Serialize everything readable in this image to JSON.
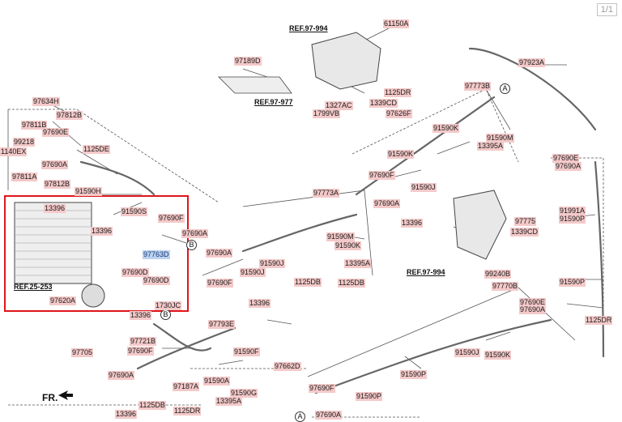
{
  "page_indicator": "1/1",
  "direction_label": "FR.",
  "section_markers": {
    "a1": "A",
    "a2": "A",
    "b1": "B",
    "b2": "B"
  },
  "colors": {
    "label_bg": "#f4c9c9",
    "highlight_bg": "#bcd2ee",
    "highlight_box": "#e0151b",
    "line": "#555555"
  },
  "labels": {
    "l61150A": "61150A",
    "ref97994a": "REF.97-994",
    "l97189D": "97189D",
    "ref97977": "REF.97-977",
    "l1125DR_a": "1125DR",
    "l1327AC": "1327AC",
    "l1339CD_a": "1339CD",
    "l1799VB": "1799VB",
    "l97626F": "97626F",
    "l97923A": "97923A",
    "l97773B": "97773B",
    "l91590K_a": "91590K",
    "l91590M_a": "91590M",
    "l13395A_a": "13395A",
    "l91590K_b": "91590K",
    "l97690F_a": "97690F",
    "l91590J_a": "91590J",
    "l97690A_a": "97690A",
    "l13396_a": "13396",
    "l97690E_a": "97690E",
    "l97690A_b": "97690A",
    "l91991A": "91991A",
    "l91590P_a": "91590P",
    "l97775": "97775",
    "l1339CD_b": "1339CD",
    "ref97994b": "REF.97-994",
    "l99240B": "99240B",
    "l91590P_b": "91590P",
    "l97770B": "97770B",
    "l97690E_b": "97690E",
    "l97690A_c": "97690A",
    "l1125DR_b": "1125DR",
    "l97634H": "97634H",
    "l97812B": "97812B",
    "l97811B": "97811B",
    "l97690E_c": "97690E",
    "l99218": "99218",
    "l1140EX": "1140EX",
    "l1125DE": "1125DE",
    "l97690A_d": "97690A",
    "l97811A": "97811A",
    "l97812B_b": "97812B",
    "l91590H": "91590H",
    "l13396_b": "13396",
    "l91590S": "91590S",
    "l97690F_b": "97690F",
    "l13396_c": "13396",
    "l97690A_e": "97690A",
    "ref25253": "REF.25-253",
    "l97763D": "97763D",
    "l97690D_a": "97690D",
    "l97690D_b": "97690D",
    "l97620A": "97620A",
    "l13396_d": "13396",
    "l1730JC": "1730JC",
    "l97773A": "97773A",
    "l97690A_f": "97690A",
    "l91590M_b": "91590M",
    "l91590K_c": "91590K",
    "l91590J_b": "91590J",
    "l13395A_b": "13395A",
    "l91590J_c": "91590J",
    "l97690F_c": "97690F",
    "l1125DB_a": "1125DB",
    "l1125DB_b": "1125DB",
    "l13396_e": "13396",
    "l97793E": "97793E",
    "l97705": "97705",
    "l97721B": "97721B",
    "l97690F_d": "97690F",
    "l91590F": "91590F",
    "l97662D": "97662D",
    "l97690A_g": "97690A",
    "l97187A": "97187A",
    "l91590A": "91590A",
    "l91590G": "91590G",
    "l1125DB_c": "1125DB",
    "l13395A_c": "13395A",
    "l1125DR_c": "1125DR",
    "l13396_f": "13396",
    "l91590J_d": "91590J",
    "l91590K_d": "91590K",
    "l91590P_c": "91590P",
    "l97690F_e": "97690F",
    "l91590P_d": "91590P",
    "l97690A_h": "97690A"
  }
}
